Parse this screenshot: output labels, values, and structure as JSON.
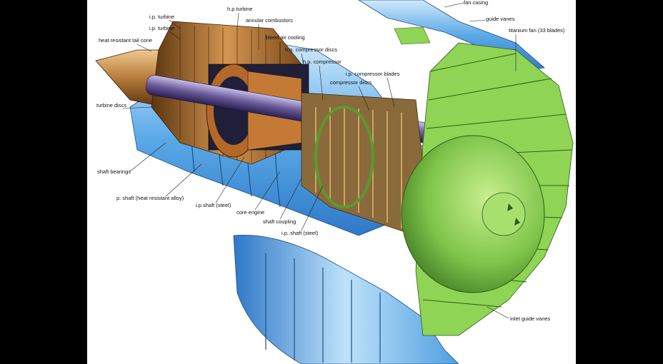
{
  "diagram": {
    "labels": {
      "fan_casing": "fan casing",
      "hp_turbine": "h.p.turbine",
      "annular_combustors": "annular combustors",
      "lp_turbine_1": "i.p. turbine",
      "lp_turbine_2": "i.p. turbine",
      "heat_resistant_tail_cone": "heat resistant tail cone",
      "bleed_air_cooling": "bleed air cooling",
      "guide_vanes": "guide vanes",
      "titanium_fan": "titanium fan (33 blades)",
      "hp_compressor_discs": "h.p. compressor discs",
      "hp_compressor": "h.p. compressor",
      "ip_compressor_blades": "i.p. compressor blades",
      "compressor_discs": "compressor discs",
      "turbine_discs": "turbine discs",
      "shaft_bearings": "shaft bearings",
      "hp_shaft": "p. shaft (heat resistant alloy)",
      "lp_shaft_steel": "i.p.shaft (steel)",
      "core_engine": "core engine",
      "shaft_coupling": "shaft coupling",
      "lp_shaft_steel_2": "i.p. shaft (steel)",
      "inlet_guide_vanes": "inlet guide vanes"
    },
    "colors": {
      "casing_blue": "#4f9fe0",
      "casing_light": "#bfe2fa",
      "fan_green": "#8fd454",
      "turbine_bronze": "#a86a2c",
      "shaft_purple": "#5a4a8a",
      "core_dark": "#1f1f3a"
    }
  }
}
